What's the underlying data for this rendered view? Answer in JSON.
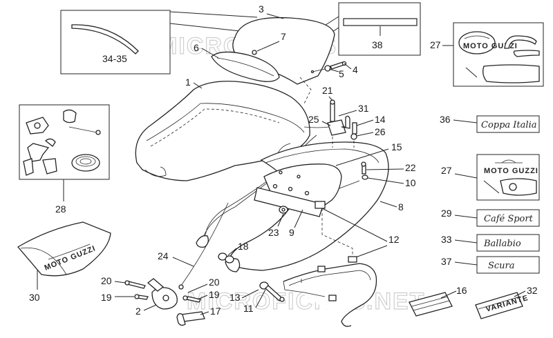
{
  "watermark": "MICROFICHES.NET",
  "labels": {
    "l1": "1",
    "l2": "2",
    "l3": "3",
    "l4": "4",
    "l5": "5",
    "l6": "6",
    "l7": "7",
    "l8": "8",
    "l9": "9",
    "l10": "10",
    "l11": "11",
    "l12": "12",
    "l13": "13",
    "l14": "14",
    "l15": "15",
    "l16": "16",
    "l17": "17",
    "l18": "18",
    "l19a": "19",
    "l19b": "19",
    "l20a": "20",
    "l20b": "20",
    "l21": "21",
    "l22": "22",
    "l23": "23",
    "l24": "24",
    "l25": "25",
    "l26": "26",
    "l27a": "27",
    "l27b": "27",
    "l28": "28",
    "l29": "29",
    "l30": "30",
    "l31": "31",
    "l32": "32",
    "l33": "33",
    "l34_35": "34-35",
    "l36": "36",
    "l37": "37",
    "l38": "38"
  },
  "decals": {
    "moto_guzzi": "MOTO GUZZI",
    "variante": "VARIANTE",
    "coppa_italia": "Coppa Italia",
    "cafe_sport": "Café Sport",
    "ballabio": "Ballabio",
    "scura": "Scura"
  }
}
